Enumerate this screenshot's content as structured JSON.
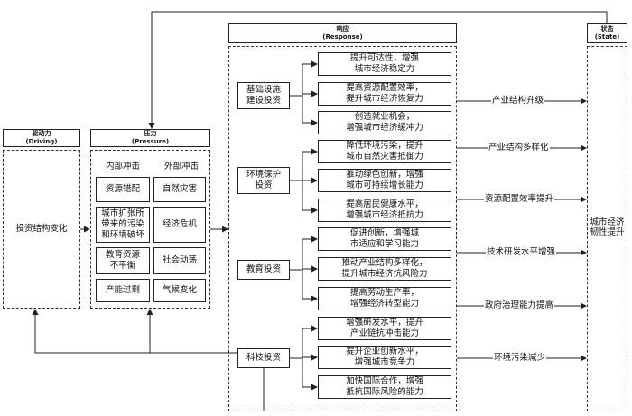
{
  "response": {
    "title": "响应",
    "subtitle": "(Response)"
  },
  "state": {
    "title": "状态",
    "subtitle": "(State)",
    "item": "城市经济\n韧性提升"
  },
  "driving": {
    "title": "驱动力",
    "subtitle": "(Driving)",
    "item": "投资结构变化"
  },
  "pressure": {
    "title": "压力",
    "subtitle": "(Pressure)",
    "internal_header": "内部冲击",
    "external_header": "外部冲击",
    "internal": [
      "资源错配",
      "城市扩张所\n带来的污染\n和环境破坏",
      "教育资源\n不平衡",
      "产能过剩"
    ],
    "external": [
      "自然灾害",
      "经济危机",
      "社会动荡",
      "气候变化"
    ]
  },
  "investments": [
    {
      "name": "基础设施\n建设投资",
      "effects": [
        "提升可达性，增强\n城市经济稳定力",
        "提高资源配置效率，\n提升城市经济恢复力",
        "创造就业机会，\n增强城市经济缓冲力"
      ]
    },
    {
      "name": "环境保护\n投资",
      "effects": [
        "降低环境污染，提升\n城市自然灾害抵御力",
        "推动绿色创新，增强\n城市可持续增长能力",
        "提高居民健康水平，\n增强城市经济抵抗力"
      ]
    },
    {
      "name": "教育投资",
      "effects": [
        "促进创新，增强城\n市适应和学习能力",
        "推动产业结构多样化，\n提升城市经济抗风险力",
        "提高劳动生产率，\n增强经济转型能力"
      ]
    },
    {
      "name": "科技投资",
      "effects": [
        "增强研发水平，提升\n产业链抗冲击能力",
        "提升企业创新水平，\n增强城市竞争力",
        "加快国际合作，增强\n抵抗国际风险的能力"
      ]
    }
  ],
  "outcomes": [
    "产业结构升级",
    "产业结构多样化",
    "资源配置效率提升",
    "技术研发水平增强",
    "政府治理能力提高",
    "环境污染减少"
  ]
}
